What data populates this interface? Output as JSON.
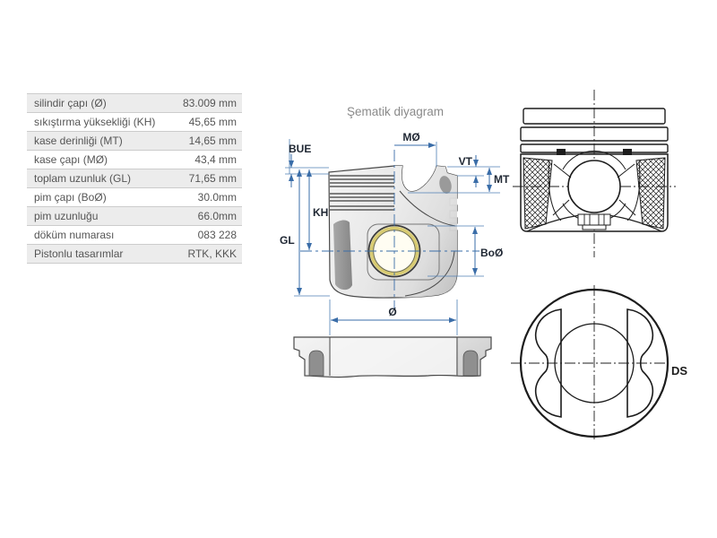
{
  "table": {
    "rows": [
      {
        "label": "silindir çapı (Ø)",
        "value": "83.009 mm"
      },
      {
        "label": "sıkıştırma yüksekliği (KH)",
        "value": "45,65 mm"
      },
      {
        "label": "kase derinliği (MT)",
        "value": "14,65 mm"
      },
      {
        "label": "kase çapı (MØ)",
        "value": "43,4 mm"
      },
      {
        "label": "toplam uzunluk (GL)",
        "value": "71,65 mm"
      },
      {
        "label": "pim çapı (BoØ)",
        "value": "30.0mm"
      },
      {
        "label": "pim uzunluğu",
        "value": "66.0mm"
      },
      {
        "label": "döküm numarası",
        "value": "083 228"
      },
      {
        "label": "Pistonlu tasarımlar",
        "value": "RTK, KKK"
      }
    ]
  },
  "diagram": {
    "title": "Şematik diyagram",
    "labels": {
      "bue": "BUE",
      "mo": "MØ",
      "vt": "VT",
      "mt": "MT",
      "kh": "KH",
      "gl": "GL",
      "bo": "BoØ",
      "dia": "Ø",
      "ds": "DS"
    },
    "colors": {
      "dimension_blue": "#3a6da8",
      "label_ink": "#1f2733",
      "title_gray": "#8a8a8a",
      "pin_ring_yellow": "#d8cb72",
      "line_art_black": "#1c1c1c",
      "body_gray": "#e9e9e9",
      "table_shade": "#ececec"
    }
  }
}
